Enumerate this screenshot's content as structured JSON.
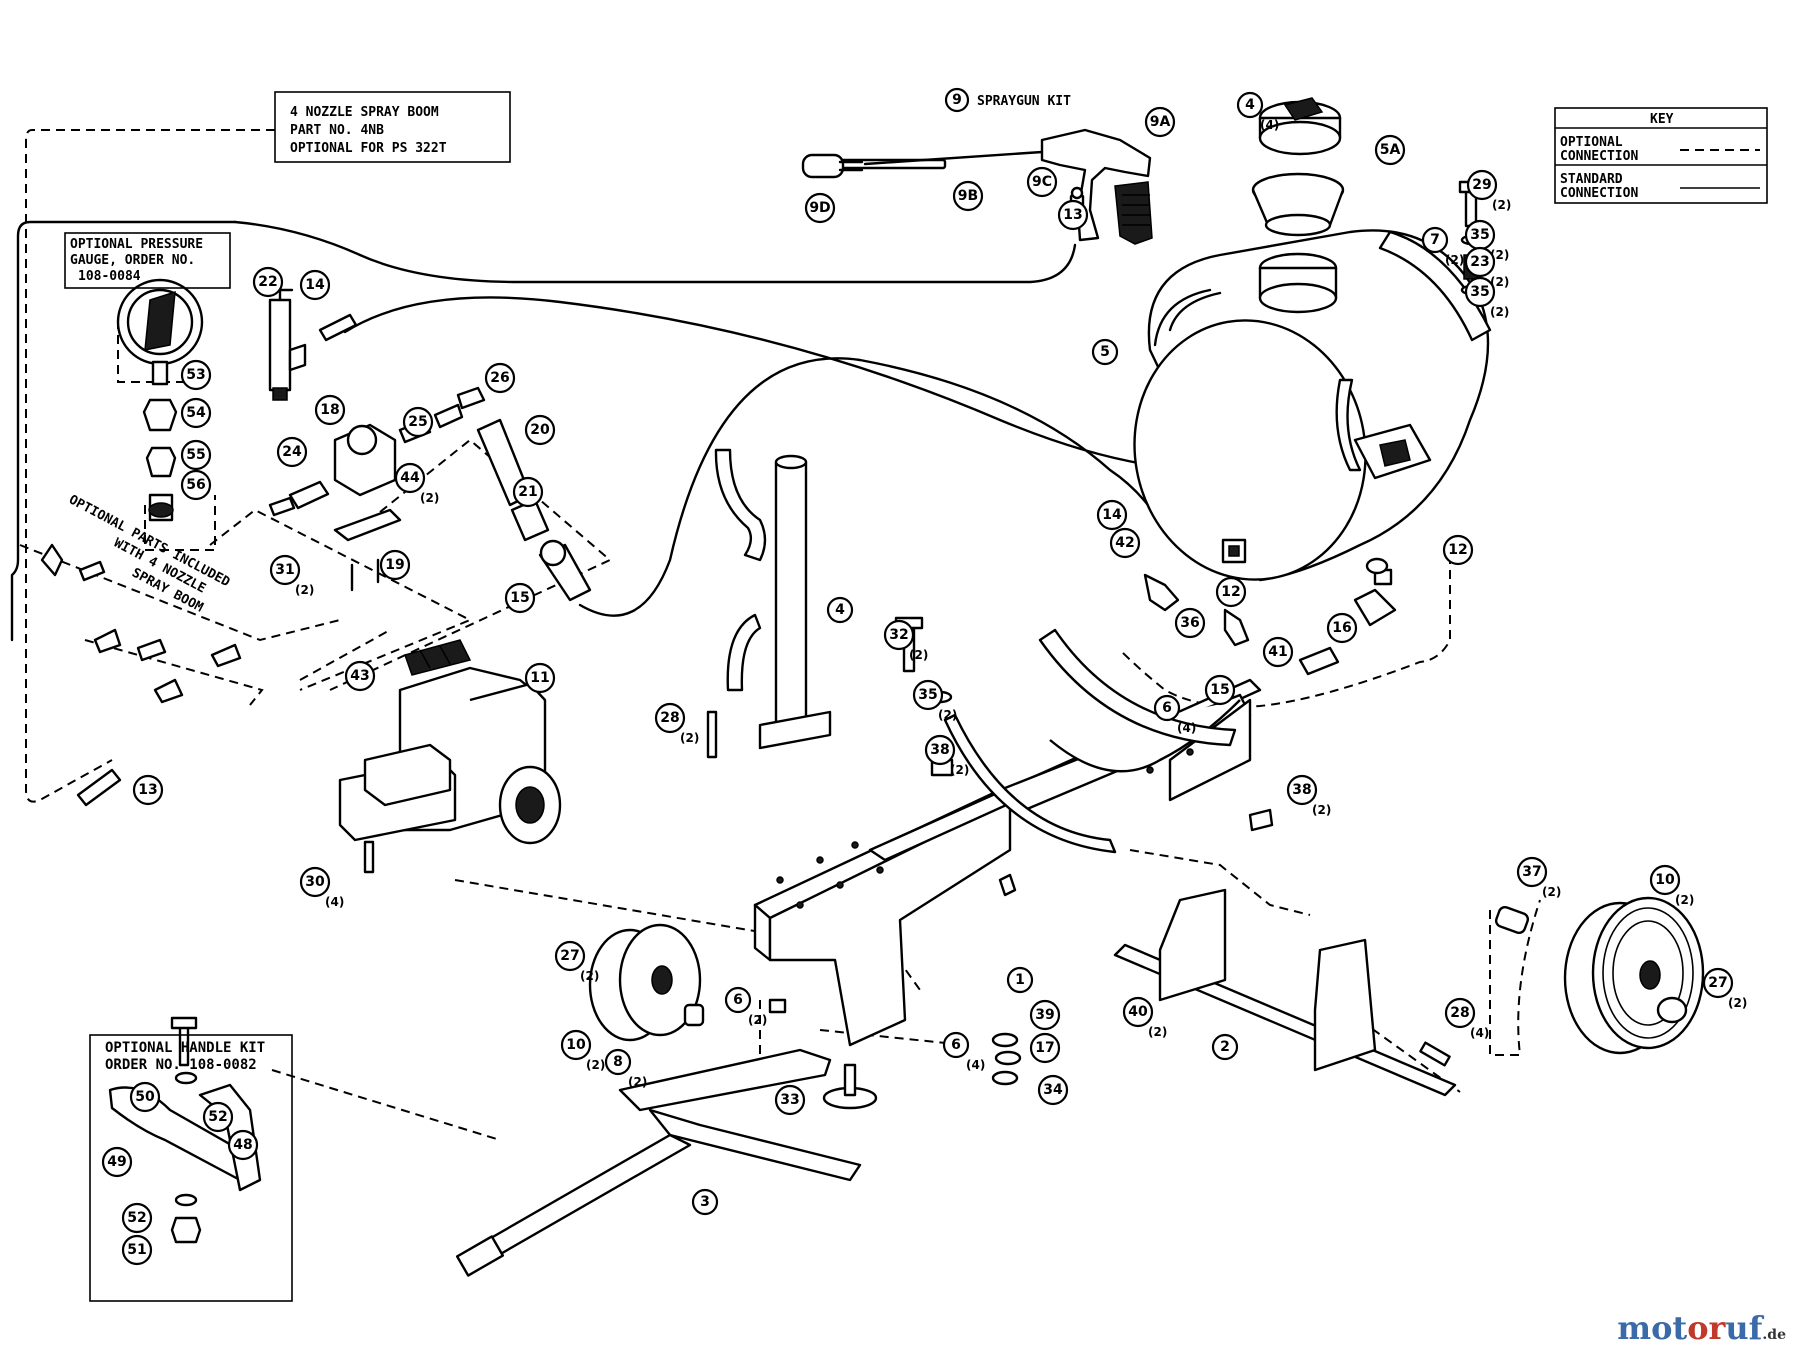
{
  "boxes": {
    "spray_boom": [
      "4 NOZZLE SPRAY BOOM",
      "PART NO. 4NB",
      "OPTIONAL FOR PS 322T"
    ],
    "pressure_gauge": [
      "OPTIONAL PRESSURE",
      "GAUGE, ORDER NO.",
      "108-0084"
    ],
    "handle_kit": [
      "OPTIONAL HANDLE KIT",
      "ORDER NO. 108-0082"
    ],
    "boom_parts": [
      "OPTIONAL PARTS INCLUDED",
      "WITH 4 NOZZLE",
      "SPRAY BOOM"
    ]
  },
  "spraygun_kit": {
    "number": "9",
    "label": "SPRAYGUN KIT"
  },
  "key": {
    "title": "KEY",
    "optional": [
      "OPTIONAL",
      "CONNECTION"
    ],
    "standard": [
      "STANDARD",
      "CONNECTION"
    ]
  },
  "callouts": [
    {
      "n": "9A"
    },
    {
      "n": "9B"
    },
    {
      "n": "9C"
    },
    {
      "n": "9D"
    },
    {
      "n": "13"
    },
    {
      "n": "5A"
    },
    {
      "n": "4",
      "q": "(4)"
    },
    {
      "n": "7",
      "q": "(2)"
    },
    {
      "n": "5"
    },
    {
      "n": "29",
      "q": "(2)"
    },
    {
      "n": "35",
      "q": "(2)"
    },
    {
      "n": "23",
      "q": "(2)"
    },
    {
      "n": "35",
      "q": "(2)"
    },
    {
      "n": "22"
    },
    {
      "n": "14"
    },
    {
      "n": "53"
    },
    {
      "n": "54"
    },
    {
      "n": "55"
    },
    {
      "n": "56"
    },
    {
      "n": "18"
    },
    {
      "n": "26"
    },
    {
      "n": "25"
    },
    {
      "n": "20"
    },
    {
      "n": "24"
    },
    {
      "n": "44",
      "q": "(2)"
    },
    {
      "n": "21"
    },
    {
      "n": "31",
      "q": "(2)"
    },
    {
      "n": "19"
    },
    {
      "n": "15"
    },
    {
      "n": "14"
    },
    {
      "n": "42"
    },
    {
      "n": "12"
    },
    {
      "n": "12"
    },
    {
      "n": "36"
    },
    {
      "n": "16"
    },
    {
      "n": "41"
    },
    {
      "n": "15"
    },
    {
      "n": "4"
    },
    {
      "n": "32",
      "q": "(2)"
    },
    {
      "n": "35",
      "q": "(2)"
    },
    {
      "n": "28",
      "q": "(2)"
    },
    {
      "n": "6",
      "q": "(4)"
    },
    {
      "n": "38",
      "q": "(2)"
    },
    {
      "n": "38",
      "q": "(2)"
    },
    {
      "n": "43"
    },
    {
      "n": "11"
    },
    {
      "n": "13"
    },
    {
      "n": "30",
      "q": "(4)"
    },
    {
      "n": "1"
    },
    {
      "n": "37",
      "q": "(2)"
    },
    {
      "n": "10",
      "q": "(2)"
    },
    {
      "n": "27",
      "q": "(2)"
    },
    {
      "n": "27",
      "q": "(2)"
    },
    {
      "n": "6",
      "q": "(2)"
    },
    {
      "n": "10",
      "q": "(2)"
    },
    {
      "n": "8",
      "q": "(2)"
    },
    {
      "n": "39"
    },
    {
      "n": "17"
    },
    {
      "n": "6",
      "q": "(4)"
    },
    {
      "n": "34"
    },
    {
      "n": "33"
    },
    {
      "n": "40",
      "q": "(2)"
    },
    {
      "n": "2"
    },
    {
      "n": "28",
      "q": "(4)"
    },
    {
      "n": "3"
    },
    {
      "n": "50"
    },
    {
      "n": "52"
    },
    {
      "n": "49"
    },
    {
      "n": "48"
    },
    {
      "n": "52"
    },
    {
      "n": "51"
    }
  ],
  "brand": {
    "part1": "mot",
    "part2": "or",
    "part3": "uf",
    "tld": ".de"
  }
}
